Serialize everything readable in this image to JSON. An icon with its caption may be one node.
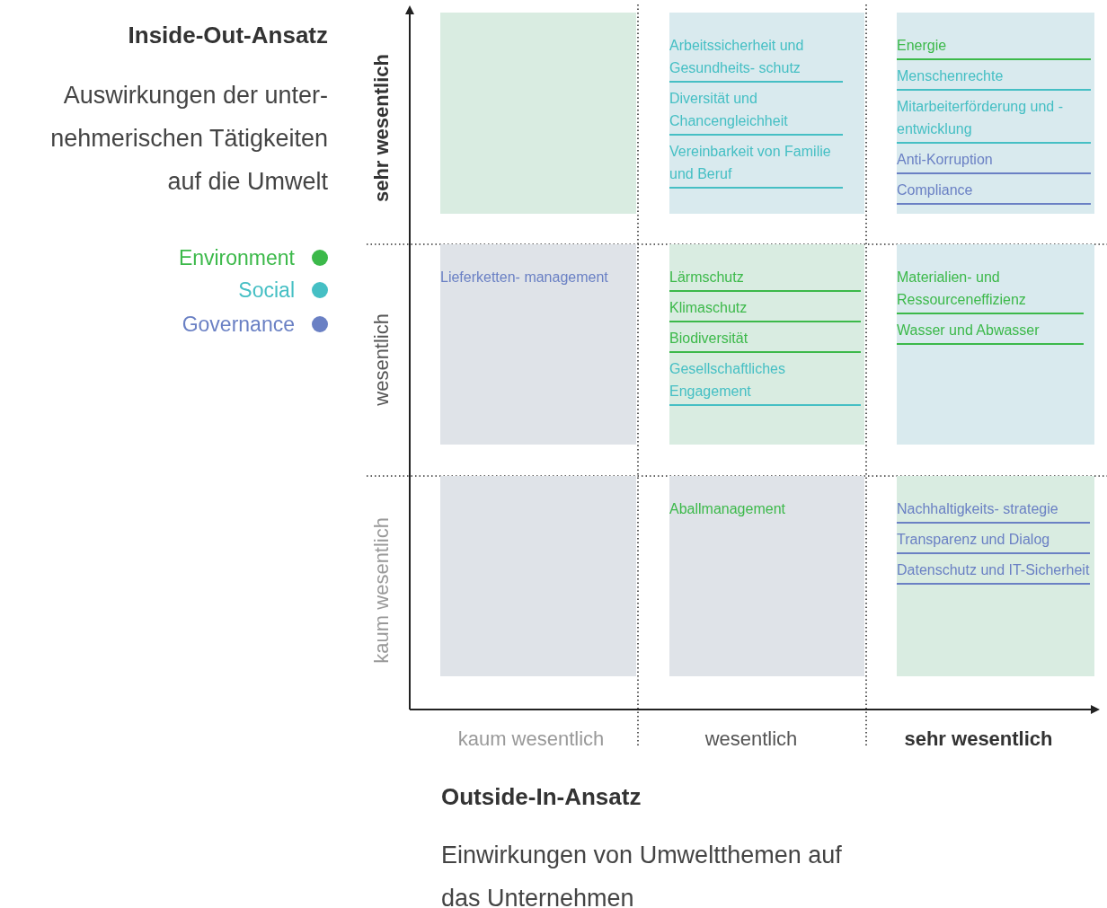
{
  "diagram": {
    "nodes": [
      {
        "text": [],
        "shape": "box"
      },
      {
        "text": [],
        "shape": "box"
      },
      {
        "text": [
          "Arbeitssicherheit und Gesundheits- schutz"
        ],
        "in": 1
      },
      {
        "text": [
          "Diversität und Chancengleichheit"
        ],
        "in": 1
      },
      {
        "text": [
          "Vereinbarkeit von Familie und Beruf"
        ],
        "in": 1
      },
      {
        "text": [],
        "shape": "box"
      },
      {
        "text": [
          "Energie"
        ],
        "in": 5
      },
      {
        "text": [
          "Menschenrechte"
        ],
        "in": 5
      },
      {
        "text": [
          "Mitarbeiterförderung und -entwicklung"
        ],
        "in": 5
      },
      {
        "text": [
          "Anti-Korruption"
        ],
        "in": 5
      },
      {
        "text": [
          "Compliance"
        ],
        "in": 5
      },
      {
        "text": [],
        "shape": "box"
      },
      {
        "text": [
          "Lieferketten- management"
        ],
        "in": 11
      },
      {
        "text": [],
        "shape": "box"
      },
      {
        "text": [
          "Lärmschutz"
        ],
        "in": 13
      },
      {
        "text": [
          "Klimaschutz"
        ],
        "in": 13
      },
      {
        "text": [
          "Biodiversität"
        ],
        "in": 13
      },
      {
        "text": [
          "Gesellschaftliches Engagement"
        ],
        "in": 13
      },
      {
        "text": [],
        "shape": "box"
      },
      {
        "text": [
          "Materialien- und Ressourceneffizienz"
        ],
        "in": 18
      },
      {
        "text": [
          "Wasser und Abwasser"
        ],
        "in": 18
      },
      {
        "text": [],
        "shape": "box"
      },
      {
        "text": [],
        "shape": "box"
      },
      {
        "text": [
          "Aballmanagement"
        ],
        "in": 22
      },
      {
        "text": [],
        "shape": "box"
      },
      {
        "text": [
          "Nachhaltigkeits- strategie"
        ],
        "in": 24
      },
      {
        "text": [
          "Transparenz und Dialog"
        ],
        "in": 24
      },
      {
        "text": [
          "Datenschutz und IT-Sicherheit"
        ],
        "in": 24
      }
    ],
    "edges": [],
    "labels": [
      "Inside-Out-Ansatz",
      "Auswirkungen der unter- nehmerischen Tätigkeiten auf die Umwelt",
      "sehr wesentlich",
      "wesentlich",
      "kaum wesentlich",
      "kaum wesentlich",
      "wesentlich",
      "sehr wesentlich",
      "Outside-In-Ansatz",
      "Einwirkungen von Umweltthemen auf das Unternehmen"
    ],
    "legend": [
      {
        "text": "Environment",
        "color": "#3cb94a"
      },
      {
        "text": "Social",
        "color": "#45bfc4"
      },
      {
        "text": "Governance",
        "color": "#6a80c4"
      }
    ]
  }
}
